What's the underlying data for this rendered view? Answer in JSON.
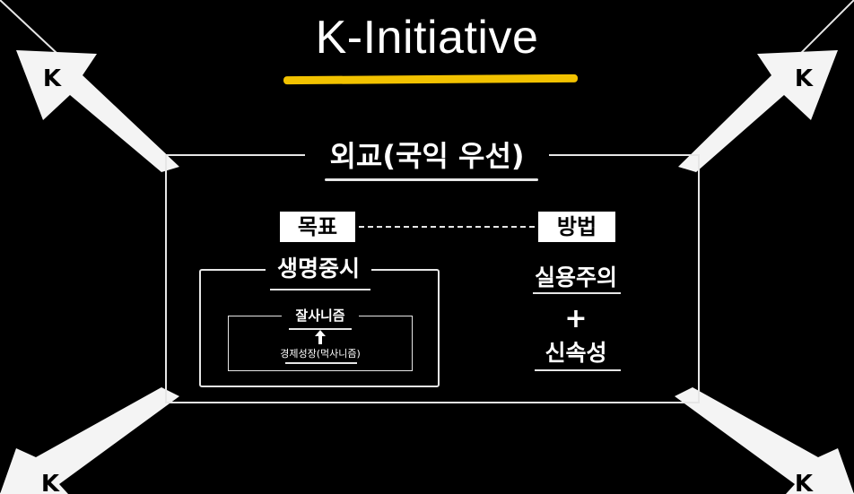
{
  "title": "K-Initiative",
  "heading": "외교(국익 우선)",
  "goal_tag": "목표",
  "method_tag": "방법",
  "goal": {
    "primary": "생명중시",
    "secondary": "잘사니즘",
    "base": "경제성장(먹사니즘)"
  },
  "methods": {
    "first": "실용주의",
    "operator": "+",
    "second": "신속성"
  },
  "corner_letter": "K",
  "colors": {
    "accent": "#f2c200",
    "line": "#e6e6e6",
    "background": "#000000"
  }
}
